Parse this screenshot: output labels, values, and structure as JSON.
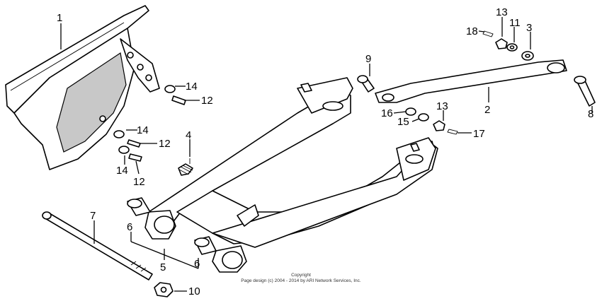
{
  "callouts": {
    "c1": "1",
    "c2": "2",
    "c3": "3",
    "c4": "4",
    "c5": "5",
    "c6a": "6",
    "c6b": "6",
    "c7": "7",
    "c8": "8",
    "c9": "9",
    "c10": "10",
    "c11": "11",
    "c12a": "12",
    "c12b": "12",
    "c12c": "12",
    "c13a": "13",
    "c13b": "13",
    "c14a": "14",
    "c14b": "14",
    "c14c": "14",
    "c15": "15",
    "c16": "16",
    "c17": "17",
    "c18": "18"
  },
  "copyright": {
    "line1": "Copyright",
    "line2": "Page design (c) 2004 - 2014 by ARI Network Services, Inc."
  }
}
